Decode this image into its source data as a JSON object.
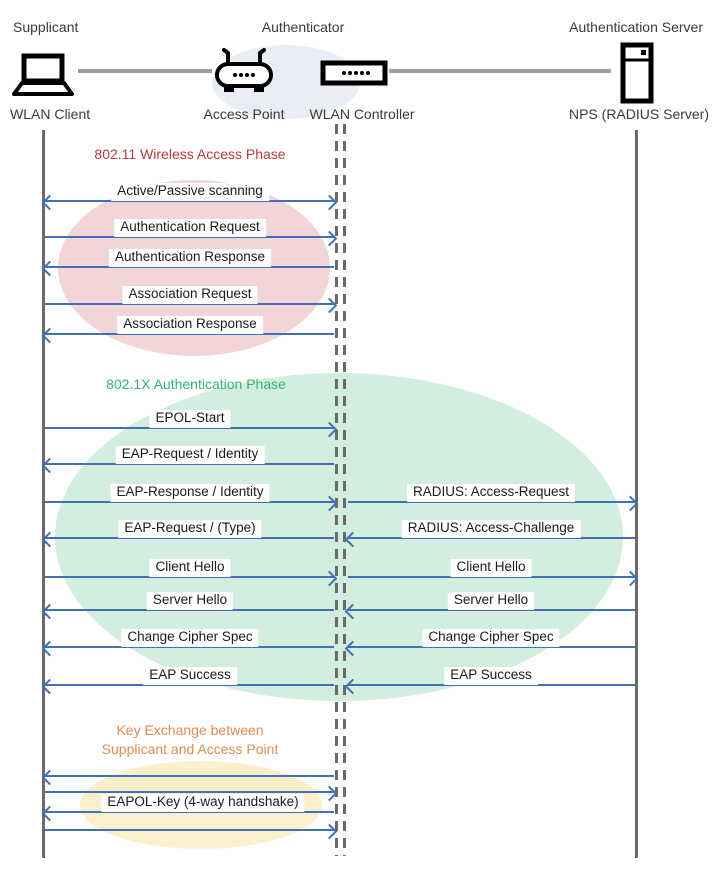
{
  "actors": {
    "roles": [
      "Supplicant",
      "Authenticator",
      "Authentication Server"
    ],
    "devices": [
      "WLAN Client",
      "Access Point",
      "WLAN Controller",
      "NPS (RADIUS Server)"
    ],
    "icons": [
      "laptop-icon",
      "access-point-icon",
      "wlan-controller-icon",
      "server-icon"
    ]
  },
  "phase1": {
    "title": "802.11 Wireless Access Phase",
    "messages": [
      {
        "label": "Active/Passive scanning",
        "direction": "both"
      },
      {
        "label": "Authentication Request",
        "direction": "right"
      },
      {
        "label": "Authentication Response",
        "direction": "left"
      },
      {
        "label": "Association Request",
        "direction": "right"
      },
      {
        "label": "Association Response",
        "direction": "left"
      }
    ]
  },
  "phase2": {
    "title": "802.1X Authentication Phase",
    "client_messages": [
      {
        "label": "EPOL-Start",
        "direction": "right"
      },
      {
        "label": "EAP-Request / Identity",
        "direction": "left"
      },
      {
        "label": "EAP-Response / Identity",
        "direction": "right"
      },
      {
        "label": "EAP-Request / (Type)",
        "direction": "left"
      },
      {
        "label": "Client Hello",
        "direction": "right"
      },
      {
        "label": "Server Hello",
        "direction": "left"
      },
      {
        "label": "Change Cipher Spec",
        "direction": "left"
      },
      {
        "label": "EAP Success",
        "direction": "left"
      }
    ],
    "server_messages": [
      {
        "label": "RADIUS: Access-Request",
        "direction": "right"
      },
      {
        "label": "RADIUS: Access-Challenge",
        "direction": "left"
      },
      {
        "label": "Client Hello",
        "direction": "right"
      },
      {
        "label": "Server Hello",
        "direction": "left"
      },
      {
        "label": "Change Cipher Spec",
        "direction": "left"
      },
      {
        "label": "EAP Success",
        "direction": "left"
      }
    ]
  },
  "phase3": {
    "title_line1": "Key Exchange between",
    "title_line2": "Supplicant and Access Point",
    "handshake_label": "EAPOL-Key (4-way handshake)",
    "arrows": [
      "left",
      "right",
      "left",
      "right"
    ]
  },
  "colors": {
    "arrow": "#4170B8",
    "lifeline": "#6A6A6A",
    "connector": "#9E9E9E",
    "phase1_fill": "#F2D5D7",
    "phase2_fill": "#D3EDDE",
    "phase3_fill": "#FCEFCB",
    "authenticator_fill": "#E9EDF6",
    "phase1_title": "#B23C3C",
    "phase2_title": "#33B573",
    "phase3_title": "#E08C50",
    "label_text": "#1B1B1B"
  }
}
